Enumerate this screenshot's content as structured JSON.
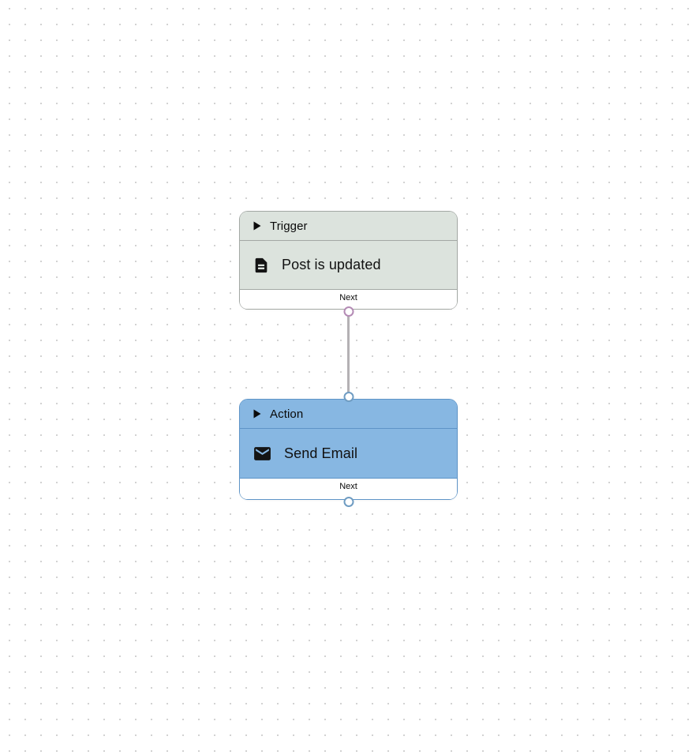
{
  "canvas": {
    "background": "#ffffff",
    "dot_color": "#d2d2d2"
  },
  "edge": {
    "color": "#b4b1b4"
  },
  "nodes": [
    {
      "type_label": "Trigger",
      "title": "Post is updated",
      "icon": "document-icon",
      "footer_label": "Next",
      "colors": {
        "fill": "#dce3dd",
        "border": "#a3a8a4",
        "connector": "#b48bb5"
      }
    },
    {
      "type_label": "Action",
      "title": "Send Email",
      "icon": "email-icon",
      "footer_label": "Next",
      "colors": {
        "fill": "#87b7e2",
        "border": "#5e94c7",
        "connector": "#6f9cc2"
      }
    }
  ]
}
